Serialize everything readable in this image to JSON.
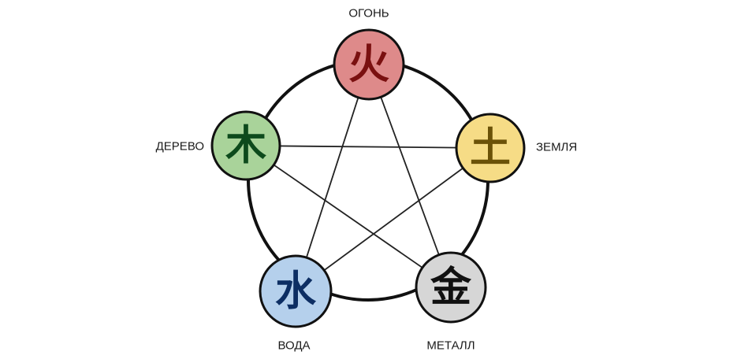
{
  "elements": [
    {
      "id": "fire",
      "label": "ОГОНЬ",
      "glyph": "火",
      "fill": "#de8a8a",
      "glyph_color": "#7a1010"
    },
    {
      "id": "earth",
      "label": "ЗЕМЛЯ",
      "glyph": "土",
      "fill": "#f6dc86",
      "glyph_color": "#6b5208"
    },
    {
      "id": "metal",
      "label": "МЕТАЛЛ",
      "glyph": "金",
      "fill": "#d6d6d6",
      "glyph_color": "#111111"
    },
    {
      "id": "water",
      "label": "ВОДА",
      "glyph": "水",
      "fill": "#b5d0ec",
      "glyph_color": "#0d2e63"
    },
    {
      "id": "wood",
      "label": "ДЕРЕВО",
      "glyph": "木",
      "fill": "#a9d39a",
      "glyph_color": "#0d4a1c"
    }
  ],
  "star_connections": [
    [
      "fire",
      "metal"
    ],
    [
      "fire",
      "water"
    ],
    [
      "wood",
      "earth"
    ],
    [
      "wood",
      "metal"
    ],
    [
      "earth",
      "water"
    ]
  ]
}
